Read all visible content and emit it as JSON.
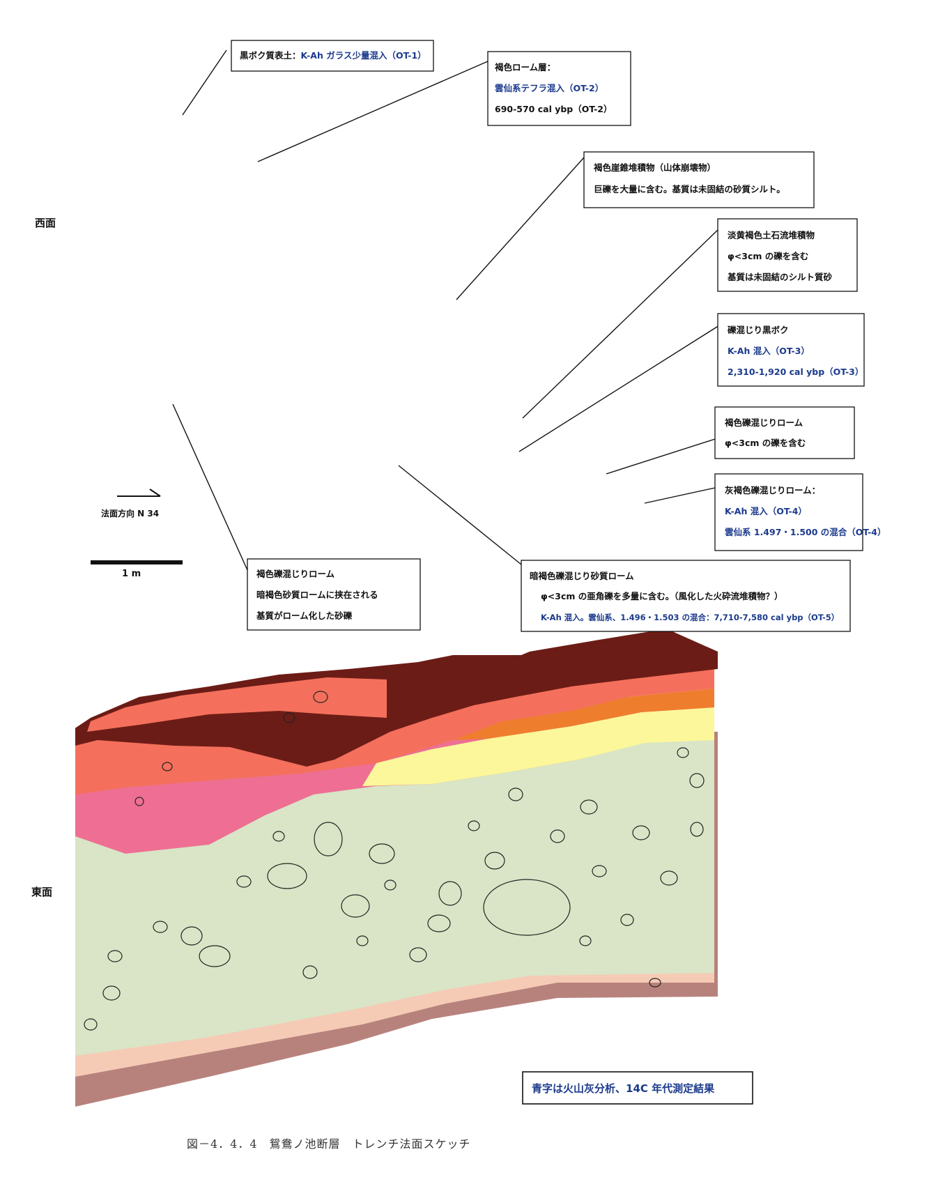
{
  "faces": {
    "west": "西面",
    "east": "東面"
  },
  "direction_label": "法面方向 N 34",
  "scale_label": "1 m",
  "labels": {
    "topsoil": {
      "prefix": "黒ボク質表土：",
      "suffix_blue": "K-Ah ガラス少量混入（OT-1）"
    },
    "brown_loam": {
      "title": "褐色ローム層：",
      "line2_blue": "雲仙系テフラ混入（OT-2）",
      "line3": "690-570 cal ybp（OT-2）"
    },
    "talus": {
      "title": "褐色崖錐堆積物（山体崩壊物）",
      "line2": "巨礫を大量に含む。基質は未固結の砂質シルト。"
    },
    "debris_flow": {
      "title": "淡黄褐色土石流堆積物",
      "line2": "φ<3cm の礫を含む",
      "line3": "基質は未固結のシルト質砂"
    },
    "gravel_kuroboku": {
      "title": "礫混じり黒ボク",
      "line2_blue": "K-Ah 混入（OT-3）",
      "line3_blue": "2,310-1,920 cal ybp（OT-3）"
    },
    "brown_gravel_loam_r": {
      "title": "褐色礫混じりローム",
      "line2": "φ<3cm の礫を含む"
    },
    "gray_brown_loam": {
      "title": "灰褐色礫混じりローム：",
      "line2_blue": "K-Ah 混入（OT-4）",
      "line3_blue": "雲仙系 1.497・1.500 の混合（OT-4）"
    },
    "brown_gravel_loam_l": {
      "title": "褐色礫混じりローム",
      "line2": "暗褐色砂質ロームに挟在される",
      "line3": "基質がローム化した砂礫"
    },
    "dark_brown_loam": {
      "title": "暗褐色礫混じり砂質ローム",
      "line2": "φ<3cm の亜角礫を多量に含む。（風化した火砕流堆積物？）",
      "line3_blue": "K-Ah 混入。雲仙系、1.496・1.503 の混合：7,710-7,580 cal ybp（OT-5）"
    }
  },
  "note": "青字は火山灰分析、14C 年代測定結果",
  "caption": "図－4．4．4　鴛鴦ノ池断層　トレンチ法面スケッチ",
  "colors": {
    "topsoil": "#b8827c",
    "brown_loam": "#f5cbb6",
    "talus": "#d9e5c6",
    "debris_flow": "#fbf79a",
    "kuroboku": "#4472b8",
    "brown_gravel": "#ef7d2e",
    "gray_brown": "#ee6f93",
    "dark_brown": "#6c1c16",
    "salmon": "#f4705c",
    "text_blue": "#1b3a8c"
  }
}
